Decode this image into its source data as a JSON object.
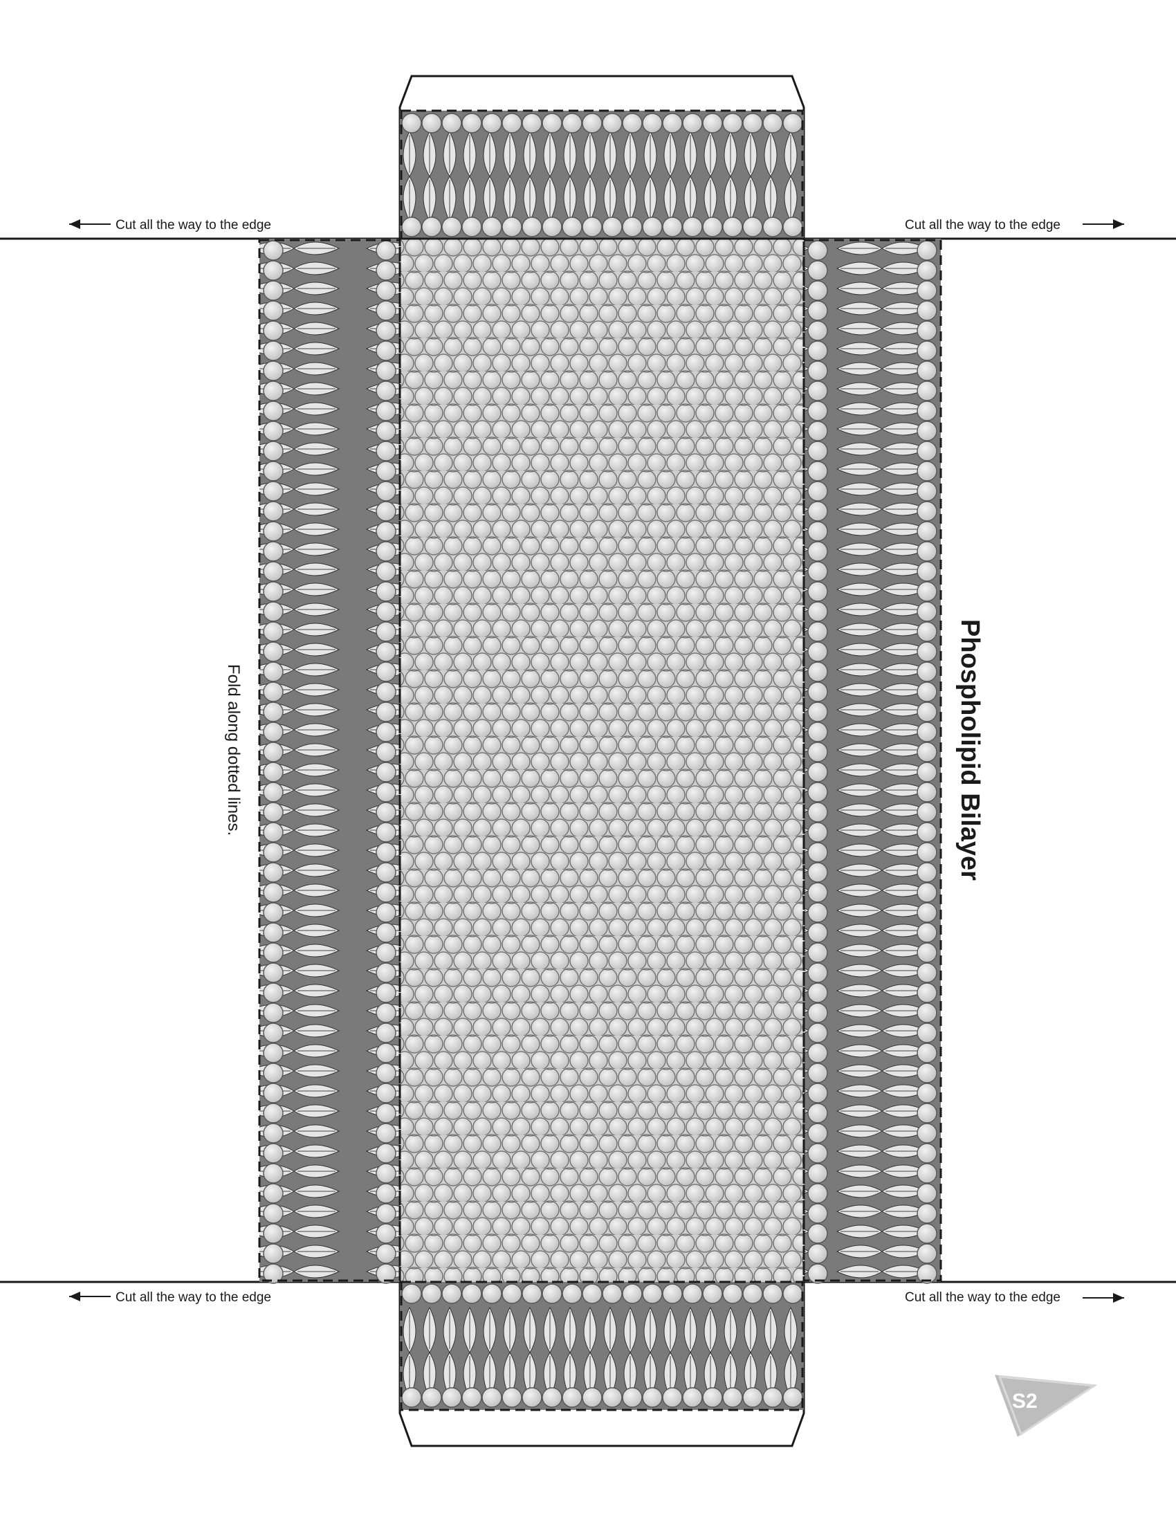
{
  "labels": {
    "cut_top_left": "Cut all the way to the edge",
    "cut_top_right": "Cut all the way to the edge",
    "cut_bottom_left": "Cut all the way to the edge",
    "cut_bottom_right": "Cut all the way to the edge",
    "fold_instruction": "Fold along dotted lines.",
    "title": "Phospholipid Bilayer",
    "page_badge": "S2"
  },
  "colors": {
    "line": "#1a1a1a",
    "head_fill": "#d6d6d6",
    "head_stroke": "#555555",
    "tail_dark": "#5a5a5a",
    "tail_light": "#e8e8e8",
    "badge_fill": "#bdbdbd"
  }
}
